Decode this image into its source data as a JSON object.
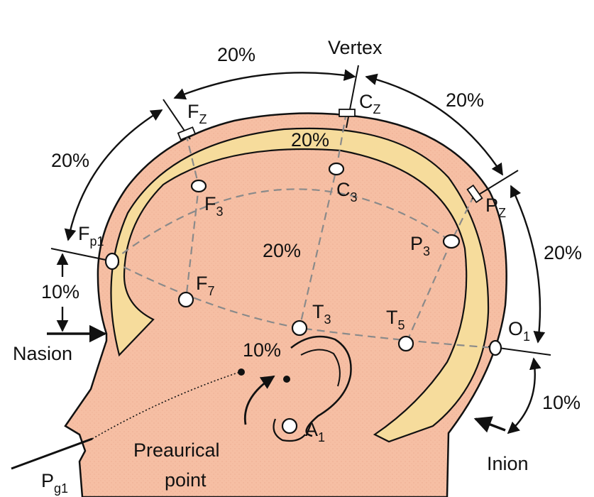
{
  "labels": {
    "vertex": "Vertex",
    "nasion": "Nasion",
    "inion": "Inion",
    "preauricular_line1": "Preaurical",
    "preauricular_line2": "point",
    "pct_fz_cz": "20%",
    "pct_cz_pz": "20%",
    "pct_fp_fz": "20%",
    "pct_vertex_c3": "20%",
    "pct_c3_t3": "20%",
    "pct_pz_o1": "20%",
    "pct_nasion_fp": "10%",
    "pct_t3_preaur": "10%",
    "pct_o1_inion": "10%"
  },
  "electrodes": {
    "fz": {
      "base": "F",
      "sub": "Z"
    },
    "cz": {
      "base": "C",
      "sub": "Z"
    },
    "pz": {
      "base": "P",
      "sub": "Z"
    },
    "fp1": {
      "base": "F",
      "sub": "p1"
    },
    "f3": {
      "base": "F",
      "sub": "3"
    },
    "c3": {
      "base": "C",
      "sub": "3"
    },
    "p3": {
      "base": "P",
      "sub": "3"
    },
    "f7": {
      "base": "F",
      "sub": "7"
    },
    "t3": {
      "base": "T",
      "sub": "3"
    },
    "t5": {
      "base": "T",
      "sub": "5"
    },
    "o1": {
      "base": "O",
      "sub": "1"
    },
    "a1": {
      "base": "A",
      "sub": "1"
    },
    "pg1": {
      "base": "P",
      "sub": "g1"
    }
  },
  "colors": {
    "skin": "#f6bfa4",
    "brain_band": "#f6dc9c",
    "outline": "#111111",
    "guide": "#8a8a8a"
  }
}
